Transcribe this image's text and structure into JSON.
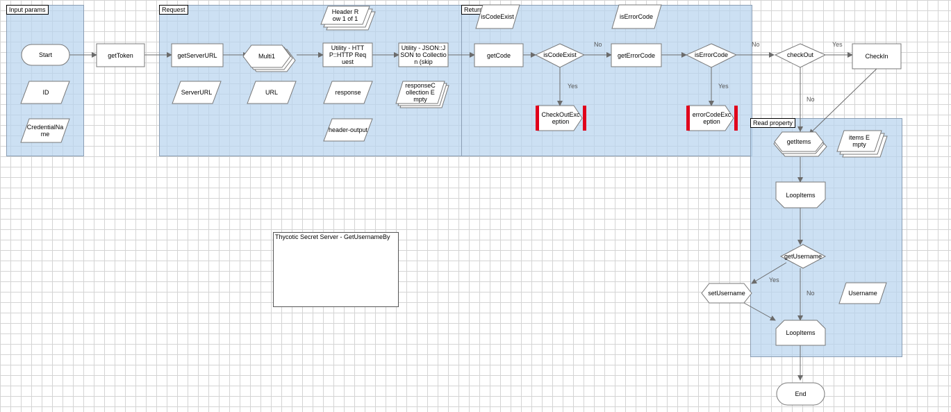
{
  "regions": {
    "input_params": "Input params",
    "request": "Request",
    "return": "Return",
    "read_property": "Read property"
  },
  "nodes": {
    "start": "Start",
    "id": "ID",
    "credential_name": "CredentialName",
    "get_token": "getToken",
    "get_server_url": "getServerURL",
    "server_url": "ServerURL",
    "multi1": "Multi1",
    "url": "URL",
    "header": "Header Row 1 of 1",
    "http_request": "Utility - HTTP::HTTP Request",
    "response": "response",
    "header_output": "header-output",
    "json_to_collection": "Utility - JSON::JSON to Collection (skip",
    "response_collection": "responseCollection Empty",
    "is_code_exist_var": "isCodeExist",
    "get_code": "getCode",
    "is_code_exist_decision": "isCodeExist",
    "checkout_exception": "CheckOutException",
    "is_error_code_var": "isErrorCode",
    "get_error_code": "getErrorCode",
    "is_error_code_decision": "isErrorCode",
    "error_code_exception": "errorCodeException",
    "check_out": "checkOut",
    "check_in": "CheckIn",
    "get_items": "getItems",
    "items_empty": "items Empty",
    "loop_items_top": "LoopItems",
    "get_username": "getUsername",
    "set_username": "setUsername",
    "username": "Username",
    "loop_items_bottom": "LoopItems",
    "end": "End"
  },
  "edge_labels": {
    "code_exist_yes": "Yes",
    "code_exist_no": "No",
    "error_code_yes": "Yes",
    "error_code_no": "No",
    "checkout_yes": "Yes",
    "checkout_no": "No",
    "get_username_yes": "Yes",
    "get_username_no": "No"
  },
  "note": {
    "title": "Thycotic Secret Server - GetUsernameBy"
  },
  "colors": {
    "region_fill": "#b9d4ee",
    "exception_marker": "#e0001b",
    "arrow": "#6b6b6b"
  }
}
